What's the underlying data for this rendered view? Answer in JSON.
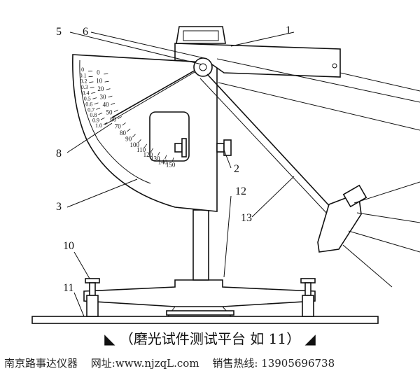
{
  "callouts": {
    "c1": "1",
    "c2": "2",
    "c3": "3",
    "c5": "5",
    "c6": "6",
    "c8": "8",
    "c10": "10",
    "c11": "11",
    "c12": "12",
    "c13": "13"
  },
  "scale_outer": [
    "0",
    "10",
    "20",
    "30",
    "40",
    "50",
    "60",
    "70",
    "80",
    "90",
    "100",
    "110",
    "120",
    "130",
    "140",
    "150"
  ],
  "scale_inner": [
    "0",
    "0.1",
    "0.2",
    "0.3",
    "0.4",
    "0.5",
    "0.6",
    "0.7",
    "0.8",
    "0.9",
    "1.0"
  ],
  "caption": {
    "left_mark": "◣",
    "text": "（磨光试件测试平台  如 11）",
    "right_mark": "◢"
  },
  "footer": {
    "company": "南京路事达仪器",
    "website": "网址:www.njzqL.com",
    "hotline": "销售热线: 13905696738"
  }
}
